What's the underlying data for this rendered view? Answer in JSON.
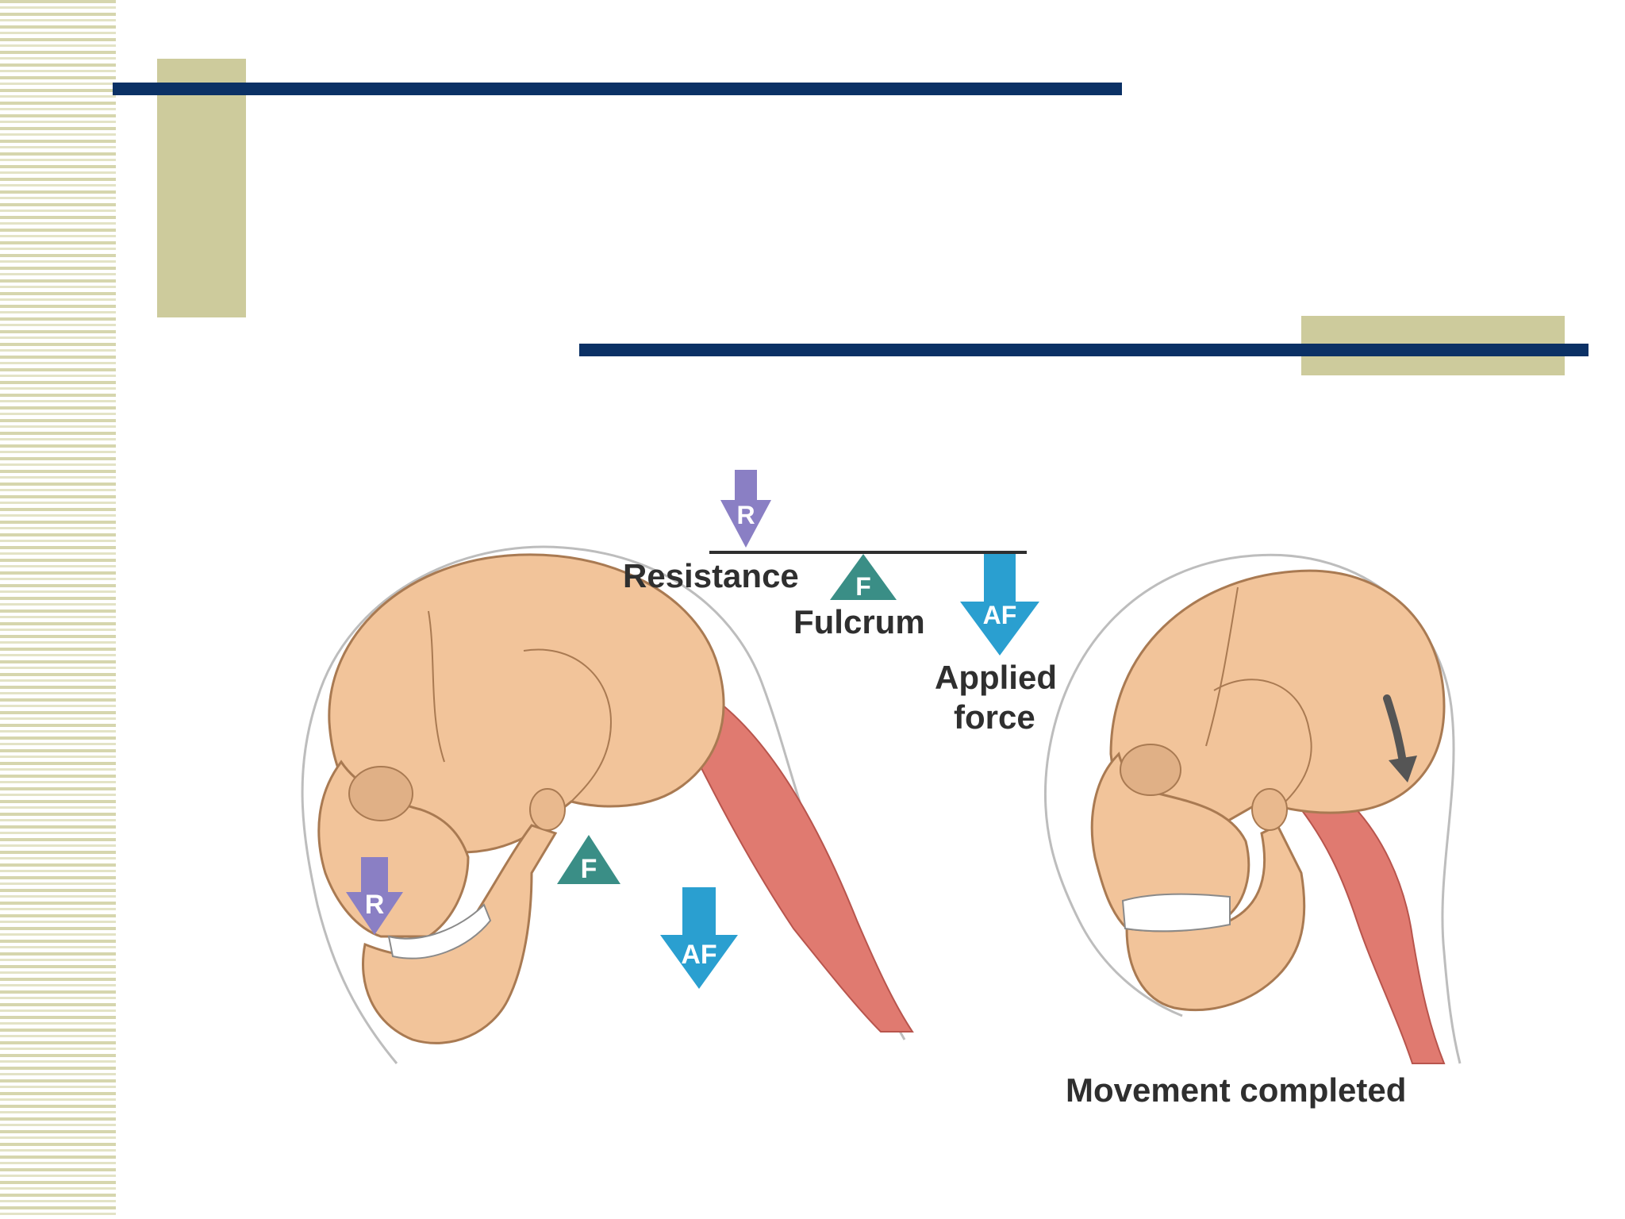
{
  "labels": {
    "resistance": "Resistance",
    "fulcrum": "Fulcrum",
    "applied_force_line1": "Applied",
    "applied_force_line2": "force",
    "movement_completed": "Movement completed"
  },
  "markers": {
    "resistance_letter": "R",
    "fulcrum_letter": "F",
    "applied_force_letters": "AF"
  },
  "colors": {
    "resistance_arrow": "#8a7fc4",
    "fulcrum_triangle": "#3a8e86",
    "applied_force_arrow": "#2a9fd0",
    "bone": "#f2c49a",
    "muscle": "#e07a70",
    "navy_rule": "#0b3165",
    "olive_block": "#cdcb9c"
  }
}
